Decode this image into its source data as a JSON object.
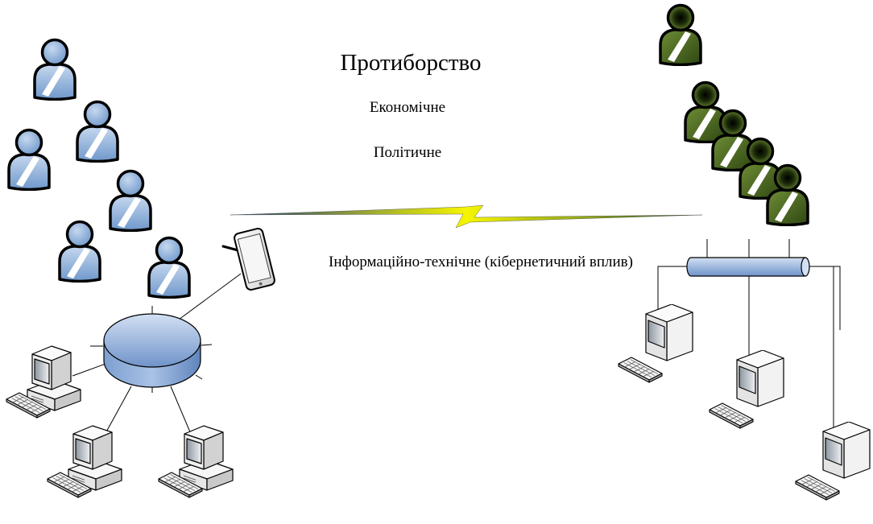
{
  "title": "Протиборство",
  "labels": {
    "economic": "Економічне",
    "political": "Політичне",
    "cyber": "Інформаційно-технічне (кібернетичний вплив)"
  },
  "colors": {
    "group_a_light": "#c6d8ef",
    "group_a": "#6f98cb",
    "group_b_light": "#6f8d36",
    "group_b": "#2e4712",
    "bolt_start": "#1c3a78",
    "bolt_mid": "#f5f500",
    "bolt_end": "#2f5a2e",
    "network_light": "#d2e0f3",
    "network": "#6f93c9"
  },
  "icons": {
    "group_a_member": "person-icon",
    "group_b_member": "person-icon",
    "workstation": "computer-icon",
    "mobile_device": "tablet-icon",
    "hub": "network-hub-icon",
    "bus": "network-bus-icon",
    "conflict": "lightning-icon"
  }
}
